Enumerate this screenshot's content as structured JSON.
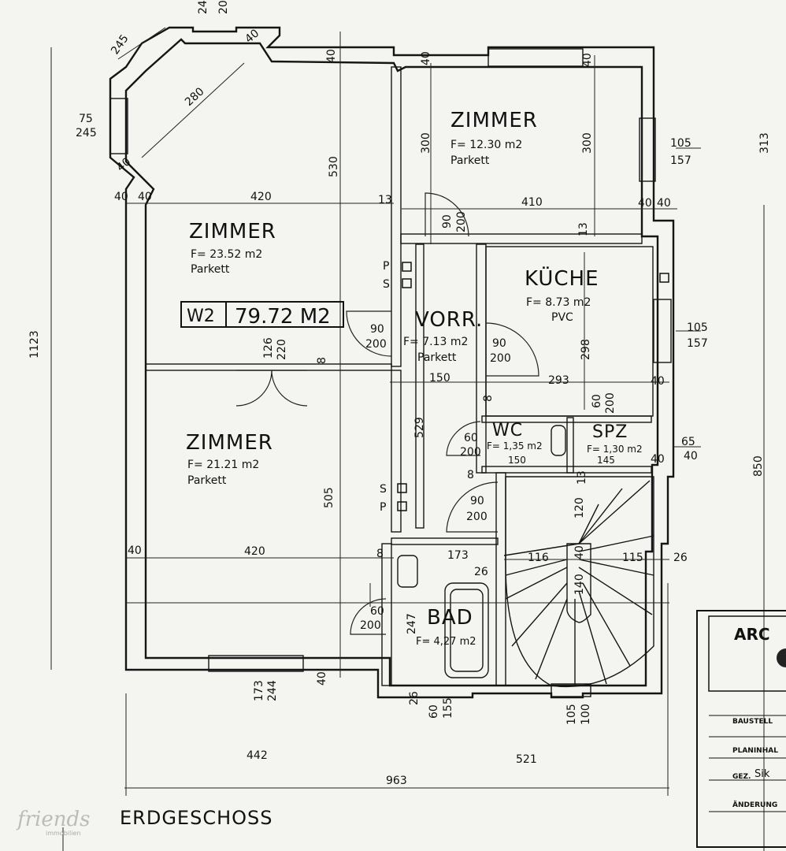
{
  "plan": {
    "title": "ERDGESCHOSS",
    "unit_box": {
      "id": "W2",
      "area": "79.72 M2"
    },
    "rooms": [
      {
        "key": "zimmer_nw",
        "name": "ZIMMER",
        "area": "F= 23.52 m2",
        "floor": "Parkett"
      },
      {
        "key": "zimmer_ne",
        "name": "ZIMMER",
        "area": "F= 12.30  m2",
        "floor": "Parkett"
      },
      {
        "key": "zimmer_sw",
        "name": "ZIMMER",
        "area": "F= 21.21 m2",
        "floor": "Parkett"
      },
      {
        "key": "kueche",
        "name": "KÜCHE",
        "area": "F= 8.73 m2",
        "floor": "PVC"
      },
      {
        "key": "vorr",
        "name": "VORR.",
        "area": "F= 7.13 m2",
        "floor": "Parkett"
      },
      {
        "key": "wc",
        "name": "WC",
        "area": "F= 1,35 m2",
        "floor": ""
      },
      {
        "key": "spz",
        "name": "SPZ",
        "area": "F= 1,30 m2",
        "floor": ""
      },
      {
        "key": "bad",
        "name": "BAD",
        "area": "F= 4,27 m2",
        "floor": ""
      }
    ],
    "dimensions": {
      "overall_width": "963",
      "width_left": "442",
      "width_right": "521",
      "overall_height": "1123",
      "right_upper": "313",
      "right_lower": "850",
      "d_530": "530",
      "d_505": "505",
      "d_420_top": "420",
      "d_420_bottom": "420",
      "d_410": "410",
      "d_300_left": "300",
      "d_300_right": "300",
      "d_280": "280",
      "d_298": "298",
      "d_293": "293",
      "d_150_vorr": "150",
      "d_150_wc": "150",
      "d_145": "145",
      "d_529": "529",
      "d_173": "173",
      "d_116": "116",
      "d_115": "115",
      "d_120": "120",
      "d_140": "140",
      "d_126": "126",
      "d_220": "220",
      "d_247": "247",
      "d_26": "26",
      "d_13": "13",
      "d_8": "8",
      "d_40": "40",
      "d_60": "60",
      "d_65": "65",
      "d_75": "75",
      "d_90": "90",
      "d_105": "105",
      "d_155": "155",
      "d_157": "157",
      "d_173_bottom": "173",
      "d_200": "200",
      "d_244": "244",
      "d_245": "245",
      "d_100": "100",
      "d_24": "24",
      "d_20": "20"
    },
    "door_labels": {
      "d1_w": "90",
      "d1_h": "200",
      "d2_w": "90",
      "d2_h": "200",
      "d3_w": "60",
      "d3_h": "200",
      "d4_w": "90",
      "d4_h": "200",
      "d5_w": "60",
      "d5_h": "200",
      "d6_w": "90",
      "d6_h": "200"
    },
    "markers": {
      "p": "P",
      "s": "S"
    },
    "title_block": {
      "heading": "ARC",
      "baustelle": "BAUSTELL",
      "planinhalt": "PLANINHAL",
      "gez_label": "GEZ.",
      "gez_value": "Sik",
      "aenderung": "ÄNDERUNG"
    },
    "watermark": {
      "brand": "friends",
      "sub": "immobilien"
    }
  },
  "colors": {
    "paper": "#f4f4f1",
    "ink": "#111111"
  }
}
